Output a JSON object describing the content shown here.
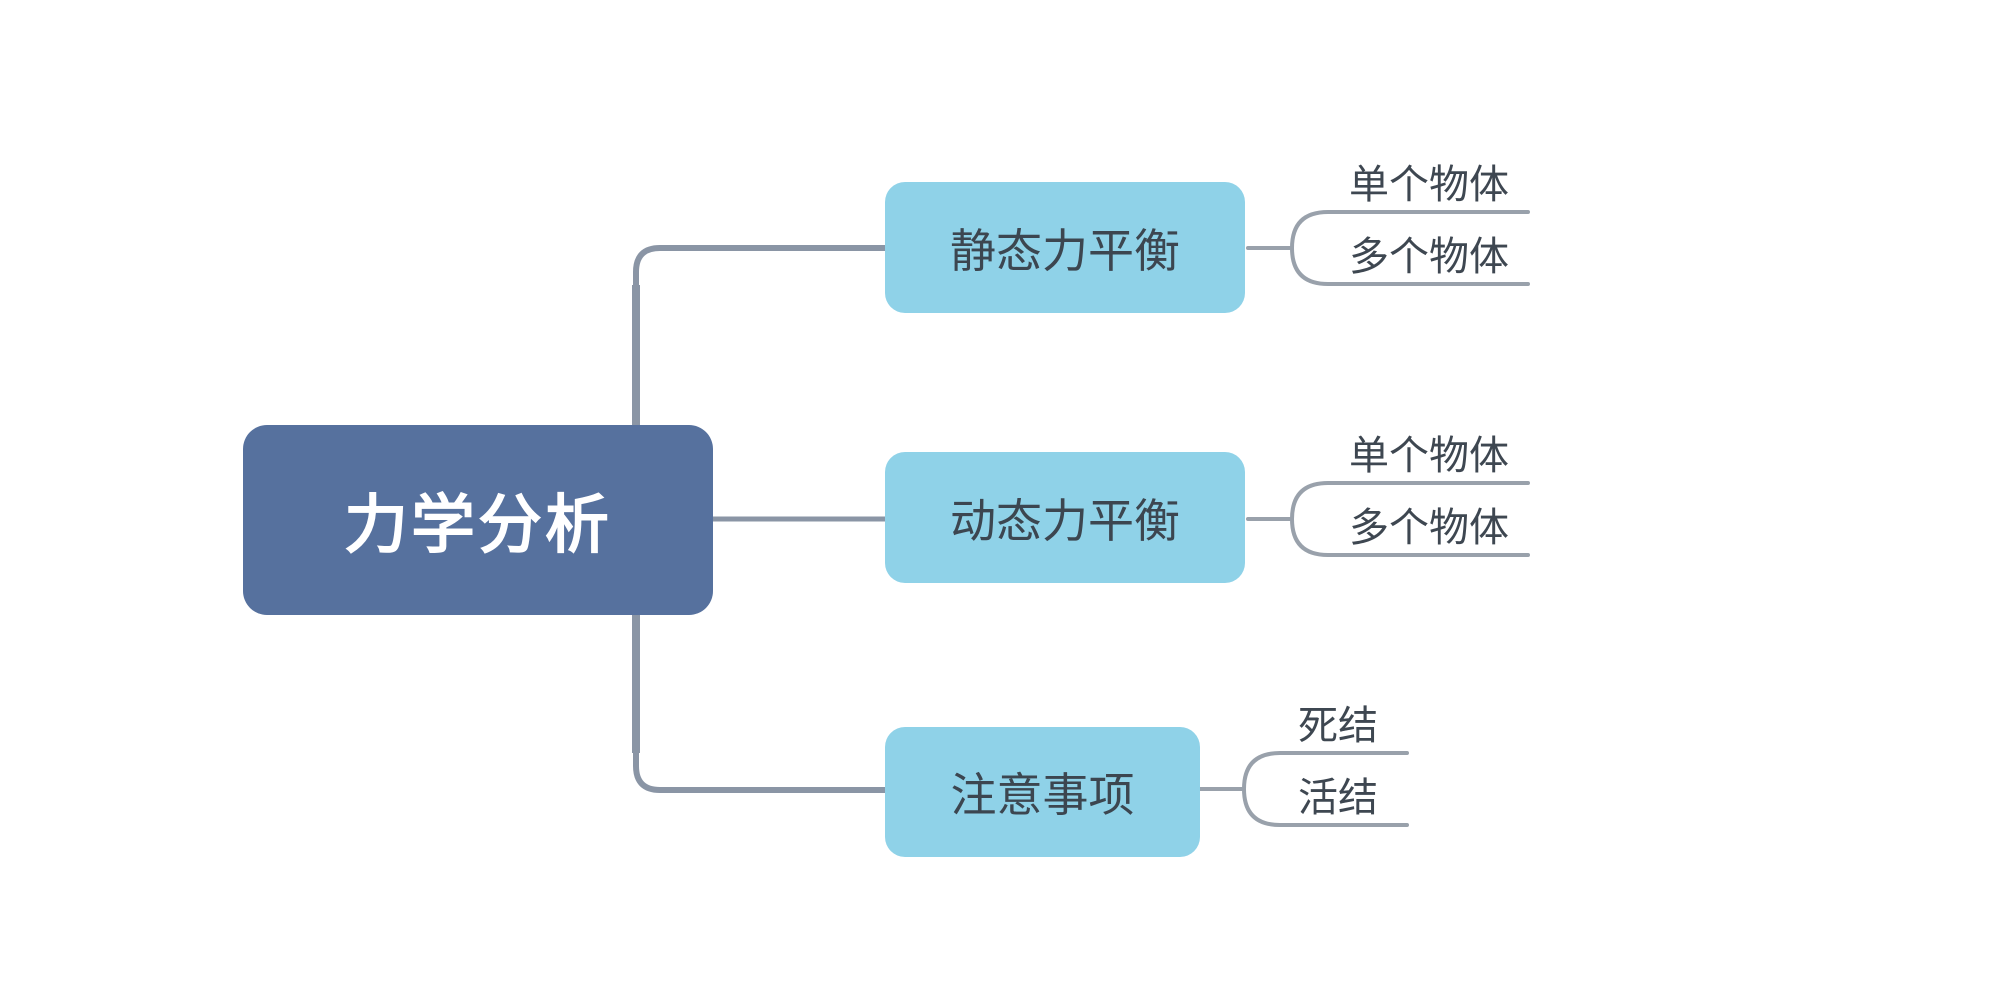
{
  "root": {
    "label": "力学分析"
  },
  "branches": [
    {
      "label": "静态力平衡",
      "children": [
        {
          "label": "单个物体"
        },
        {
          "label": "多个物体"
        }
      ]
    },
    {
      "label": "动态力平衡",
      "children": [
        {
          "label": "单个物体"
        },
        {
          "label": "多个物体"
        }
      ]
    },
    {
      "label": "注意事项",
      "children": [
        {
          "label": "死结"
        },
        {
          "label": "活结"
        }
      ]
    }
  ],
  "colors": {
    "background": "#ffffff",
    "root_fill": "#56719E",
    "root_text": "#ffffff",
    "child_fill": "#8FD2E8",
    "child_text": "#3C4650",
    "leaf_text": "#3E4751",
    "branch_line": "#8A95A5",
    "leaf_line": "#99A1AB"
  }
}
